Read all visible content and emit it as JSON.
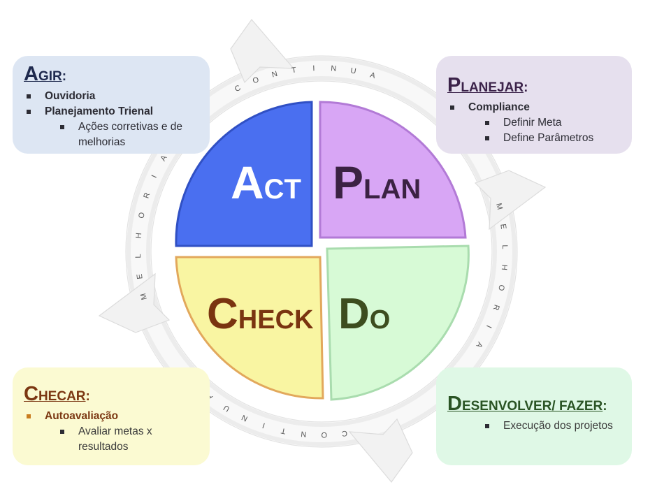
{
  "cycle": {
    "ring_words": [
      "CONTINUA",
      "MELHORIA",
      "CONTINUA",
      "MELHORIA"
    ],
    "quadrants": [
      {
        "id": "act",
        "initial": "A",
        "rest": "CT",
        "color": "#4a6ff0",
        "text_color": "#ffffff"
      },
      {
        "id": "plan",
        "initial": "P",
        "rest": "LAN",
        "color": "#d8a6f5",
        "text_color": "#3b2243"
      },
      {
        "id": "check",
        "initial": "C",
        "rest": "HECK",
        "color": "#f9f5a2",
        "text_color": "#7a3410"
      },
      {
        "id": "do",
        "initial": "D",
        "rest": "O",
        "color": "#d7fad6",
        "text_color": "#3d4d1f"
      }
    ]
  },
  "boxes": {
    "agir": {
      "title_initial": "A",
      "title_rest": "GIR",
      "colon": ":",
      "items": [
        "Ouvidoria",
        "Planejamento Trienal"
      ],
      "subitems": [
        "Ações corretivas e de melhorias"
      ],
      "bg": "#dde6f3"
    },
    "planejar": {
      "title_initial": "P",
      "title_rest": "LANEJAR",
      "colon": ":",
      "items": [
        "Compliance"
      ],
      "subitems": [
        "Definir Meta",
        "Define Parâmetros"
      ],
      "bg": "#e6e0ee"
    },
    "checar": {
      "title_initial": "C",
      "title_rest": "HECAR",
      "colon": ":",
      "items": [
        "Autoavaliação"
      ],
      "subitems": [
        "Avaliar metas x resultados"
      ],
      "bg": "#fbfad2"
    },
    "fazer": {
      "title_initial": "D",
      "title_rest": "ESENVOLVER/ FAZER",
      "colon": ":",
      "items": [],
      "subitems": [
        "Execução dos projetos"
      ],
      "bg": "#dff8e6"
    }
  }
}
